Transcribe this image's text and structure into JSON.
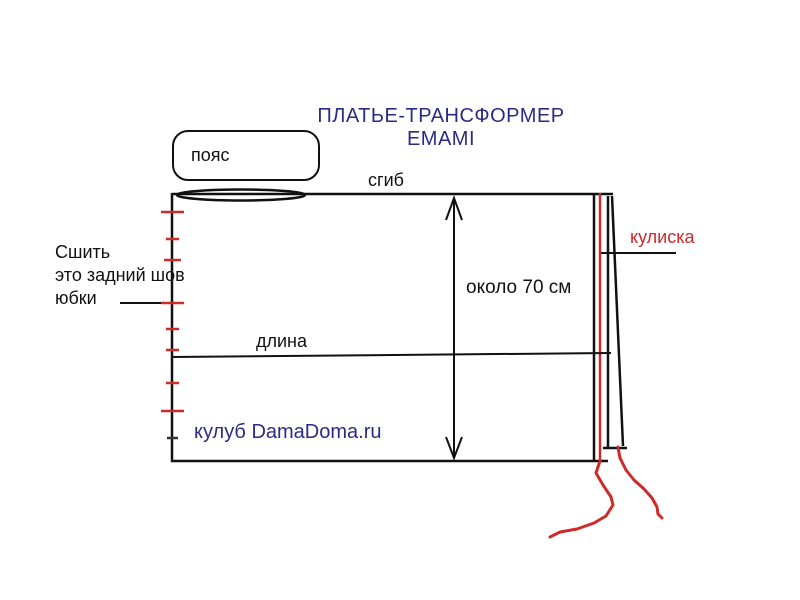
{
  "title": {
    "line1": "ПЛАТЬЕ-ТРАНСФОРМЕР",
    "line2": "ЕМАМI"
  },
  "labels": {
    "belt": "пояс",
    "fold": "сгиб",
    "seam_line1": "Сшить",
    "seam_line2": "это задний шов",
    "seam_line3": "юбки",
    "length": "длина",
    "height": "около 70 см",
    "drawstring": "кулиска",
    "watermark": "кулуб DamaDoma.ru"
  },
  "colors": {
    "navy": "#2b2b85",
    "red": "#ce2a2a",
    "ink": "#111111"
  }
}
